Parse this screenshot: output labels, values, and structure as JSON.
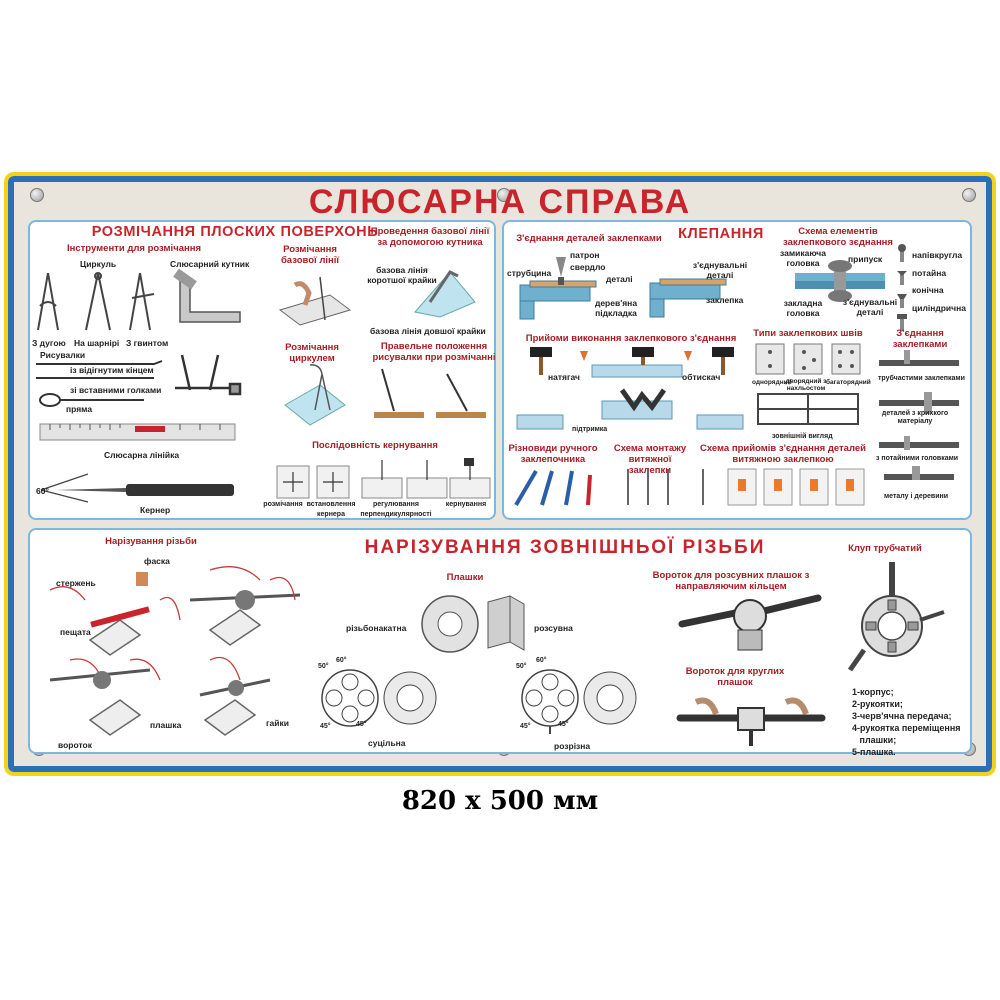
{
  "title": "СЛЮСАРНА СПРАВА",
  "footer": "820 х 500 мм",
  "marking": {
    "heading": "РОЗМІЧАННЯ ПЛОСКИХ ПОВЕРХОНЬ",
    "tools_heading": "Інструменти для розмічання",
    "compass": "Циркуль",
    "square": "Слюсарний кутник",
    "arc": "З дугою",
    "hinge": "На шарнірі",
    "screw": "З гвинтом",
    "scribers": "Рисувалки",
    "bent_end": "із відігнутим кінцем",
    "inserted_needles": "зі вставними голками",
    "straight": "пряма",
    "ruler": "Слюсарна лінійка",
    "angle": "60°",
    "punch": "Кернер",
    "base_lines": "Розмічання базової лінії",
    "base_lines_drawing": "Проведення базової лінії за допомогою кутника",
    "base_line_short": "базова лінія коротшої крайки",
    "base_line_long": "базова лінія довшої крайки",
    "compass_marking": "Розмічання циркулем",
    "correct_scriber": "Правельне положення рисувалки при розмічанні",
    "punch_sequence": "Послідовність кернування",
    "punch_steps": [
      "розмічання",
      "встановлення кернера",
      "регулювання перпендикулярності",
      "кернування"
    ]
  },
  "riveting": {
    "heading": "КЛЕПАННЯ",
    "joining": "З'єднання деталей заклепками",
    "chuck": "патрон",
    "drill": "свердло",
    "column": "струбцина",
    "parts": "деталі",
    "wooden_pad": "дерев'яна підкладка",
    "joined_parts": "з'єднувальні деталі",
    "rivet": "заклепка",
    "scheme_heading": "Схема елементів заклепкового зєднання",
    "closing_head": "замикаюча головка",
    "allowance": "припуск",
    "embed_head": "закладна головка",
    "joined_parts2": "з'єднувальні деталі",
    "rivet_heads": [
      "напівкругла",
      "потайна",
      "конічна",
      "циліндрична"
    ],
    "methods_heading": "Прийоми виконання заклепкового з'єднання",
    "puller": "натягач",
    "crimp": "обтискач",
    "support": "підтримка",
    "seam_types": "Типи заклепкових швів",
    "seams": [
      "однорядний",
      "дворядний з нахльостом",
      "багаторядний"
    ],
    "outer_view": "зовнішній вигляд",
    "rivet_joints": "З'єднання заклепками",
    "tubular": "трубчастими заклепками",
    "brittle": "деталей з крихкого матеріалу",
    "countersunk": "з потайними головками",
    "metal_wood": "металу і деревини",
    "hand_types": "Різновиди ручного заклепочника",
    "pull_scheme": "Схема монтажу витяжної заклепки",
    "pull_methods": "Схема прийомів з'єднання деталей витяжною заклепкою"
  },
  "threading": {
    "heading": "НАРІЗУВАННЯ ЗОВНІШНЬОЇ РІЗЬБИ",
    "cutting": "Нарізування різьби",
    "chamfer": "фаска",
    "rod": "стержень",
    "jaws": "пещата",
    "wrench": "вороток",
    "die": "плашка",
    "nuts": "гайки",
    "dies": "Плашки",
    "split_die": "різьбонакатна",
    "expand": "розсувна",
    "solid": "суцільна",
    "slotted": "розрізна",
    "angles_left": [
      "60°",
      "50°",
      "45°",
      "45°"
    ],
    "angles_right": [
      "60°",
      "50°",
      "45°",
      "45°"
    ],
    "sliding_wrench": "Вороток для розсувних плашок з направляючим кільцем",
    "round_wrench": "Вороток для круглих плашок",
    "pipe_die": "Клуп трубчатий",
    "pipe_parts": "1-корпус;\n2-рукоятки;\n3-черв'ячна передача;\n4-рукоятка переміщення\n   плашки;\n5-плашка."
  }
}
